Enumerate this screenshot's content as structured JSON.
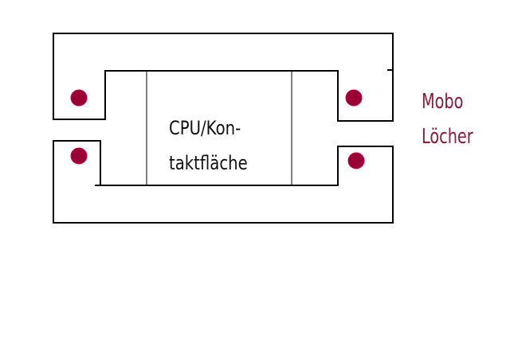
{
  "diagram": {
    "cpu_label_line1": "CPU/Kon-",
    "cpu_label_line2": "taktfläche",
    "holes_label_line1": "Mobo",
    "holes_label_line2": "Löcher"
  },
  "colors": {
    "outline": "#000000",
    "hole": "#990033",
    "holes_label": "#8b1a3c",
    "background": "#ffffff"
  }
}
